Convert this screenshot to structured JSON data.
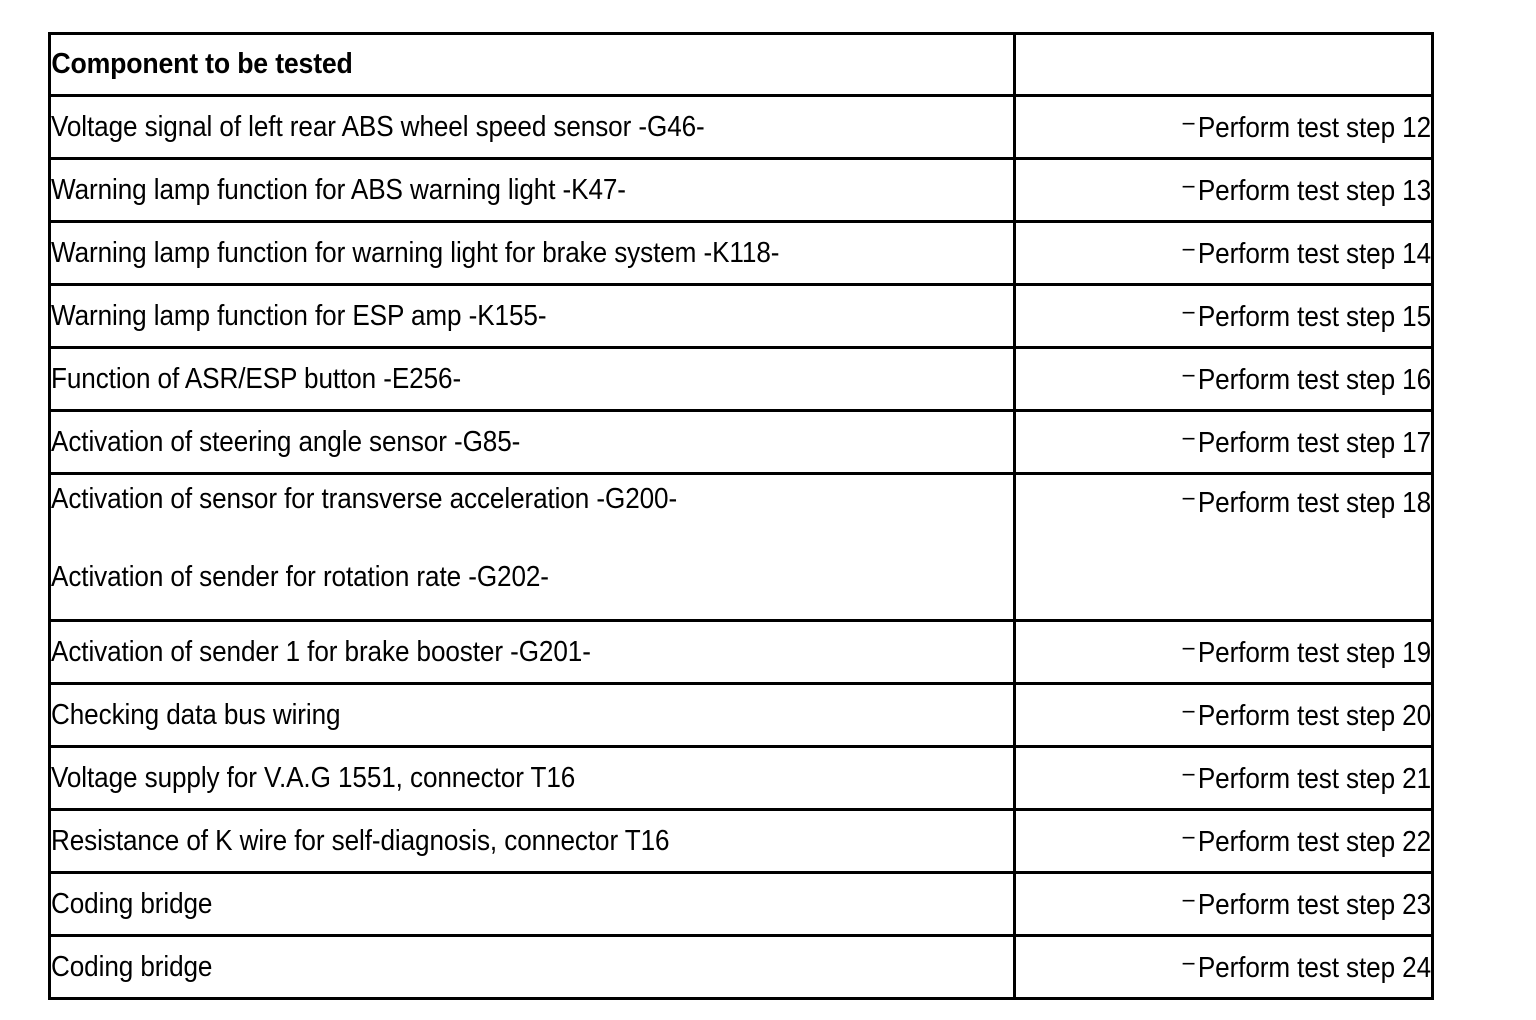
{
  "document": {
    "type": "technical-service-table",
    "background_color": "#ffffff",
    "border_color": "#000000"
  },
  "table": {
    "headers": {
      "component": "Component to be tested",
      "step": ""
    },
    "step_prefix": "–",
    "rows": [
      {
        "component_lines": [
          "Voltage signal of left rear ABS wheel speed sensor -G46-"
        ],
        "step": "Perform test step 12",
        "tall": false
      },
      {
        "component_lines": [
          "Warning lamp function for ABS warning light -K47-"
        ],
        "step": "Perform test step 13",
        "tall": false
      },
      {
        "component_lines": [
          "Warning lamp function for warning light for brake system -K118-"
        ],
        "step": "Perform test step 14",
        "tall": false
      },
      {
        "component_lines": [
          "Warning lamp function for ESP amp -K155-"
        ],
        "step": "Perform test step 15",
        "tall": false
      },
      {
        "component_lines": [
          "Function of ASR/ESP button -E256-"
        ],
        "step": "Perform test step 16",
        "tall": false
      },
      {
        "component_lines": [
          "Activation of steering angle sensor -G85-"
        ],
        "step": "Perform test step 17",
        "tall": false
      },
      {
        "component_lines": [
          "Activation of sensor for transverse acceleration -G200-",
          "Activation of sender for rotation rate -G202-"
        ],
        "step": "Perform test step 18",
        "tall": true
      },
      {
        "component_lines": [
          "Activation of sender 1 for brake booster -G201-"
        ],
        "step": "Perform test step 19",
        "tall": false
      },
      {
        "component_lines": [
          "Checking data bus wiring"
        ],
        "step": "Perform test step 20",
        "tall": false
      },
      {
        "component_lines": [
          "Voltage supply for V.A.G 1551, connector T16"
        ],
        "step": "Perform test step 21",
        "tall": false
      },
      {
        "component_lines": [
          "Resistance of K wire for self-diagnosis, connector T16"
        ],
        "step": "Perform test step 22",
        "tall": false
      },
      {
        "component_lines": [
          "Coding bridge"
        ],
        "step": "Perform test step 23",
        "tall": false
      },
      {
        "component_lines": [
          "Coding bridge"
        ],
        "step": "Perform test step 24",
        "tall": false
      }
    ]
  }
}
